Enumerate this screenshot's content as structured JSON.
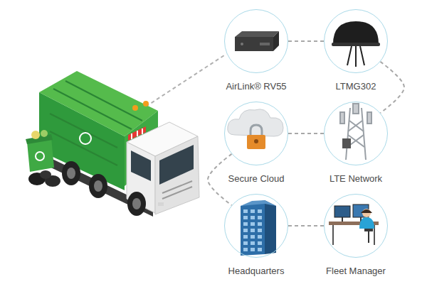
{
  "diagram": {
    "nodes": [
      {
        "text": [
          "AirLink® RV55"
        ]
      },
      {
        "text": [
          "LTMG302"
        ]
      },
      {
        "text": [
          "Secure Cloud"
        ]
      },
      {
        "text": [
          "LTE Network"
        ]
      },
      {
        "text": [
          "Headquarters"
        ]
      },
      {
        "text": [
          "Fleet Manager"
        ]
      }
    ],
    "edges": [
      {
        "from": 0,
        "to": 1,
        "arrow": "none"
      },
      {
        "from": 1,
        "to": 3,
        "arrow": "none"
      },
      {
        "from": 3,
        "to": 2,
        "arrow": "none"
      },
      {
        "from": 2,
        "to": 4,
        "arrow": "none"
      },
      {
        "from": 4,
        "to": 5,
        "arrow": "none"
      }
    ]
  }
}
